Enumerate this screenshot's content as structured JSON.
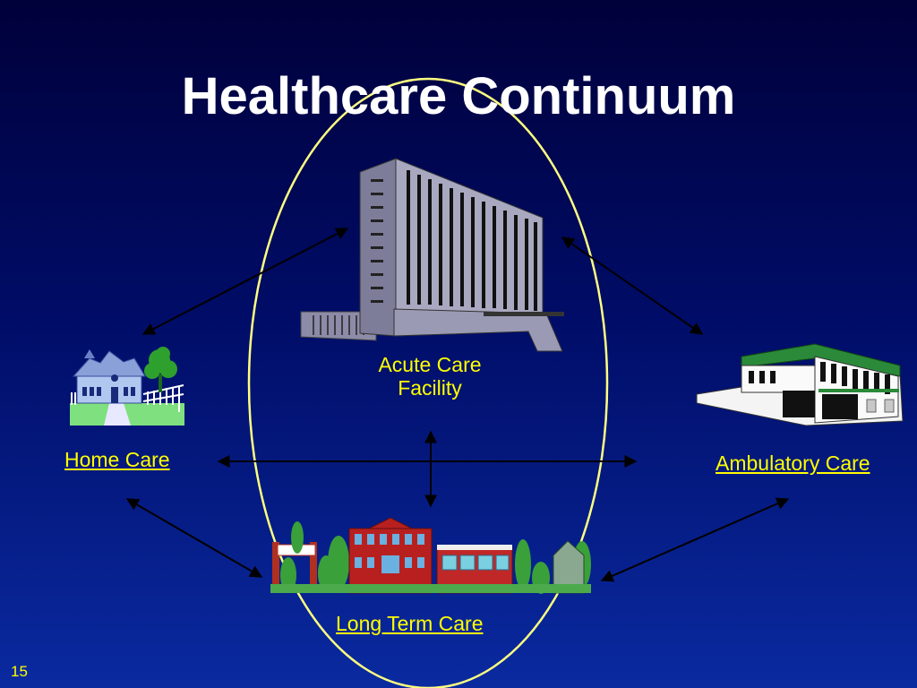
{
  "slide": {
    "title": "Healthcare Continuum",
    "number": "15"
  },
  "nodes": {
    "acute_care": {
      "line1": "Acute Care",
      "line2": "Facility"
    },
    "home_care": {
      "label": "Home Care"
    },
    "ambulatory_care": {
      "label": "Ambulatory Care"
    },
    "long_term_care": {
      "label": "Long Term Care"
    }
  },
  "colors": {
    "background_top": "#00003a",
    "background_bottom": "#0a2aa0",
    "title": "#ffffff",
    "label": "#ffff00",
    "ellipse": "#ffff80",
    "arrows": "#000000"
  }
}
